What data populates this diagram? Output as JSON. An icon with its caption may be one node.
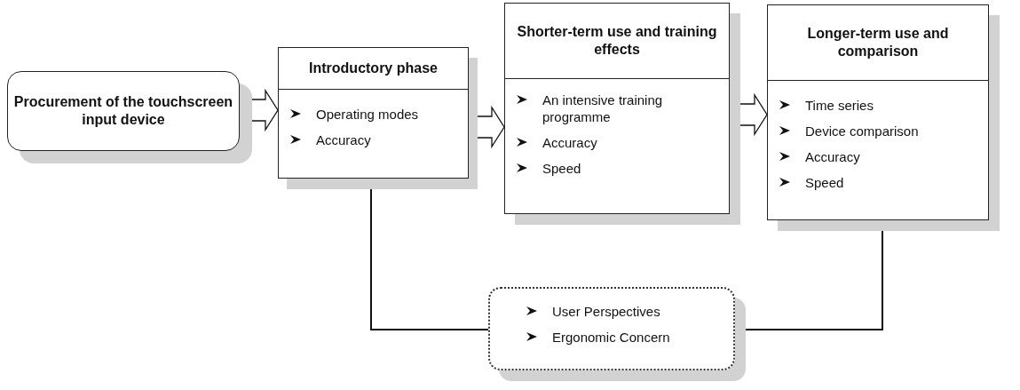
{
  "diagram": {
    "nodes": [
      {
        "text": [
          "Procurement of the touchscreen input device"
        ]
      },
      {
        "text": [
          "Introductory phase",
          "Operating modes",
          "Accuracy"
        ]
      },
      {
        "text": [
          "Shorter-term use and training effects",
          "An intensive training programme",
          "Accuracy",
          "Speed"
        ]
      },
      {
        "text": [
          "Longer-term use and comparison",
          "Time series",
          "Device comparison",
          "Accuracy",
          "Speed"
        ]
      },
      {
        "text": [
          "User Perspectives",
          "Ergonomic Concern"
        ]
      }
    ],
    "edges": [
      {
        "from": 0,
        "to": 1,
        "arrow": "to"
      },
      {
        "from": 1,
        "to": 2,
        "arrow": "to"
      },
      {
        "from": 2,
        "to": 3,
        "arrow": "to"
      },
      {
        "from": 4,
        "to": 1,
        "arrow": "to"
      },
      {
        "from": 4,
        "to": 3,
        "arrow": "to"
      }
    ]
  }
}
